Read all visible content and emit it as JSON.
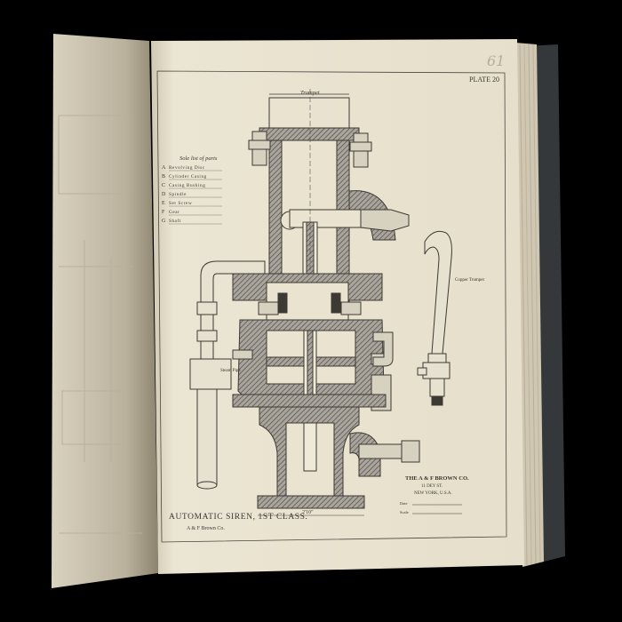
{
  "plate": {
    "number": "PLATE 20",
    "pencil_mark": "61",
    "title": "AUTOMATIC SIREN, 1ST CLASS.",
    "maker_short": "A & F Brown Co.",
    "parts_heading": "Sole list of parts",
    "parts": [
      {
        "letter": "A",
        "name": "Revolving Disc"
      },
      {
        "letter": "B",
        "name": "Cylinder Casing"
      },
      {
        "letter": "C",
        "name": "Casing Bushing"
      },
      {
        "letter": "D",
        "name": "Spindle"
      },
      {
        "letter": "E",
        "name": "Set Screw"
      },
      {
        "letter": "F",
        "name": "Gear"
      },
      {
        "letter": "G",
        "name": "Shaft"
      }
    ],
    "labels": {
      "trumpet": "Trumpet",
      "steam_pipe": "Steam Pipe",
      "copper_trumpet": "Copper Trumpet",
      "base_width": "2'10\""
    },
    "stamp": {
      "company": "THE A & F BROWN CO.",
      "street": "11 DEY ST.",
      "city": "NEW YORK, U.S.A.",
      "date_label": "Date",
      "scale_label": "Scale"
    }
  }
}
